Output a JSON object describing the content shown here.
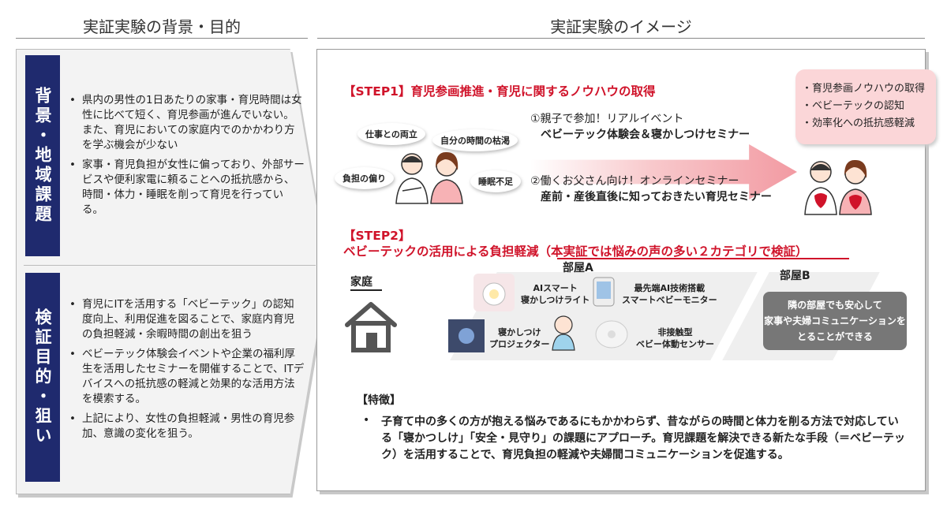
{
  "left_header": "実証実験の背景・目的",
  "right_header": "実証実験のイメージ",
  "background": {
    "label": "背景・地域課題",
    "bullets": [
      "県内の男性の1日あたりの家事・育児時間は女性に比べて短く、育児参画が進んでいない。また、育児においての家庭内でのかかわり方を学ぶ機会が少ない",
      "家事・育児負担が女性に偏っており、外部サービスや便利家電に頼ることへの抵抗感から、時間・体力・睡眠を削って育児を行っている。"
    ]
  },
  "purpose": {
    "label": "検証目的・狙い",
    "bullets": [
      "育児にITを活用する「ベビーテック」の認知度向上、利用促進を図ることで、家庭内育児の負担軽減・余暇時間の創出を狙う",
      "ベビーテック体験会イベントや企業の福利厚生を活用したセミナーを開催することで、ITデバイスへの抵抗感の軽減と効果的な活用方法を模索する。",
      "上記により、女性の負担軽減・男性の育児参加、意識の変化を狙う。"
    ]
  },
  "step1": {
    "title": "【STEP1】育児参画推進・育児に関するノウハウの取得",
    "event1_line1": "①親子で参加！リアルイベント",
    "event1_line2": "ベビーテック体験会＆寝かしつけセミナー",
    "event2_line1": "②働くお父さん向け！オンラインセミナー",
    "event2_line2": "産前・産後直後に知っておきたい育児セミナー",
    "worries": [
      "仕事との両立",
      "自分の時間の枯渇",
      "負担の偏り",
      "睡眠不足"
    ],
    "outcomes": [
      "・育児参画ノウハウの取得",
      "・ベビーテックの認知",
      "・効率化への抵抗感軽減"
    ]
  },
  "step2": {
    "title": "【STEP2】",
    "subtitle": "ベビーテックの活用による負担軽減（本実証では悩みの声の多い２カテゴリで検証）",
    "home_label": "家庭",
    "room_a": "部屋A",
    "room_b": "部屋B",
    "devices": [
      {
        "line1": "AIスマート",
        "line2": "寝かしつけライト"
      },
      {
        "line1": "最先端AI技術搭載",
        "line2": "スマートベビーモニター"
      },
      {
        "line1": "寝かしつけ",
        "line2": "プロジェクター"
      },
      {
        "line1": "非接触型",
        "line2": "ベビー体動センサー"
      }
    ],
    "room_b_note_line1": "隣の部屋でも安心して",
    "room_b_note_line2": "家事や夫婦コミュニケーションを",
    "room_b_note_line3": "とることができる"
  },
  "feature": {
    "title": "【特徴】",
    "text": "子育て中の多くの方が抱える悩みであるにもかかわらず、昔ながらの時間と体力を削る方法で対応している「寝かつしけ」「安全・見守り」の課題にアプローチ。育児課題を解決できる新たな手段（＝ベビーテック）を活用することで、育児負担の軽減や夫婦間コミュニケーションを促進する。"
  },
  "colors": {
    "navy": "#1f2a6e",
    "red": "#d0132a",
    "pink": "#fbd6d8",
    "gray": "#777777"
  }
}
